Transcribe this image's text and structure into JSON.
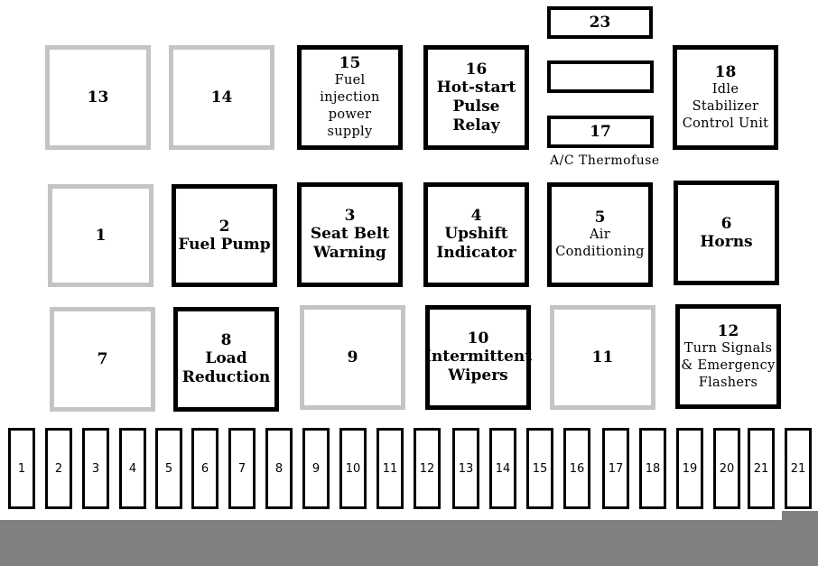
{
  "relays": [
    {
      "num": "13",
      "lines": [],
      "used": false
    },
    {
      "num": "14",
      "lines": [],
      "used": false
    },
    {
      "num": "15",
      "lines": [
        "Fuel",
        "injection",
        "power",
        "supply"
      ],
      "used": true
    },
    {
      "num": "16",
      "lines": [
        "Hot-start",
        "Pulse",
        "Relay"
      ],
      "used": true
    },
    {
      "num": "18",
      "lines": [
        "Idle",
        "Stabilizer",
        "Control Unit"
      ],
      "used": true
    },
    {
      "num": "1",
      "lines": [],
      "used": false
    },
    {
      "num": "2",
      "lines": [
        "Fuel Pump"
      ],
      "used": true
    },
    {
      "num": "3",
      "lines": [
        "Seat Belt",
        "Warning"
      ],
      "used": true
    },
    {
      "num": "4",
      "lines": [
        "Upshift",
        "Indicator"
      ],
      "used": true
    },
    {
      "num": "5",
      "lines": [
        "Air",
        "Conditioning"
      ],
      "used": true
    },
    {
      "num": "6",
      "lines": [
        "Horns"
      ],
      "used": true
    },
    {
      "num": "7",
      "lines": [],
      "used": false
    },
    {
      "num": "8",
      "lines": [
        "Load",
        "Reduction"
      ],
      "used": true
    },
    {
      "num": "9",
      "lines": [],
      "used": false
    },
    {
      "num": "10",
      "lines": [
        "Intermittent",
        "Wipers"
      ],
      "used": true
    },
    {
      "num": "11",
      "lines": [],
      "used": false
    },
    {
      "num": "12",
      "lines": [
        "Turn Signals",
        "& Emergency",
        "Flashers"
      ],
      "used": true
    }
  ],
  "small_slots": [
    {
      "num": "23"
    },
    {
      "num": ""
    },
    {
      "num": "17"
    }
  ],
  "slot_caption": "A/C Thermofuse",
  "fuses": [
    "1",
    "2",
    "3",
    "4",
    "5",
    "6",
    "7",
    "8",
    "9",
    "10",
    "11",
    "12",
    "13",
    "14",
    "15",
    "16",
    "17",
    "18",
    "19",
    "20",
    "21",
    "21"
  ]
}
